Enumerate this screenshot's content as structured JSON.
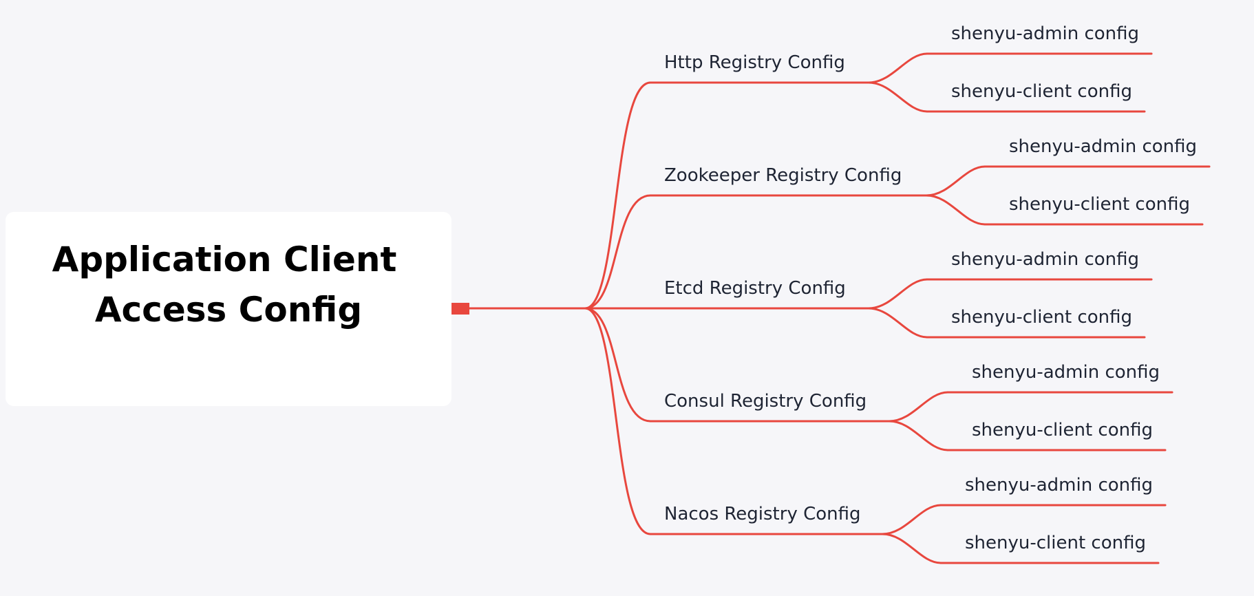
{
  "colors": {
    "background": "#f6f6f9",
    "line": "#e8473e",
    "root_fill": "#ffffff",
    "root_text": "#000000",
    "node_text": "#1e2433"
  },
  "root": {
    "lines": [
      "Application Client",
      "Access Config"
    ]
  },
  "branches": [
    {
      "label": "Http Registry Config",
      "children": [
        "shenyu-admin config",
        "shenyu-client config"
      ]
    },
    {
      "label": "Zookeeper Registry Config",
      "children": [
        "shenyu-admin config",
        "shenyu-client config"
      ]
    },
    {
      "label": "Etcd Registry Config",
      "children": [
        "shenyu-admin config",
        "shenyu-client config"
      ]
    },
    {
      "label": "Consul Registry Config",
      "children": [
        "shenyu-admin config",
        "shenyu-client config"
      ]
    },
    {
      "label": "Nacos Registry Config",
      "children": [
        "shenyu-admin config",
        "shenyu-client config"
      ]
    }
  ]
}
